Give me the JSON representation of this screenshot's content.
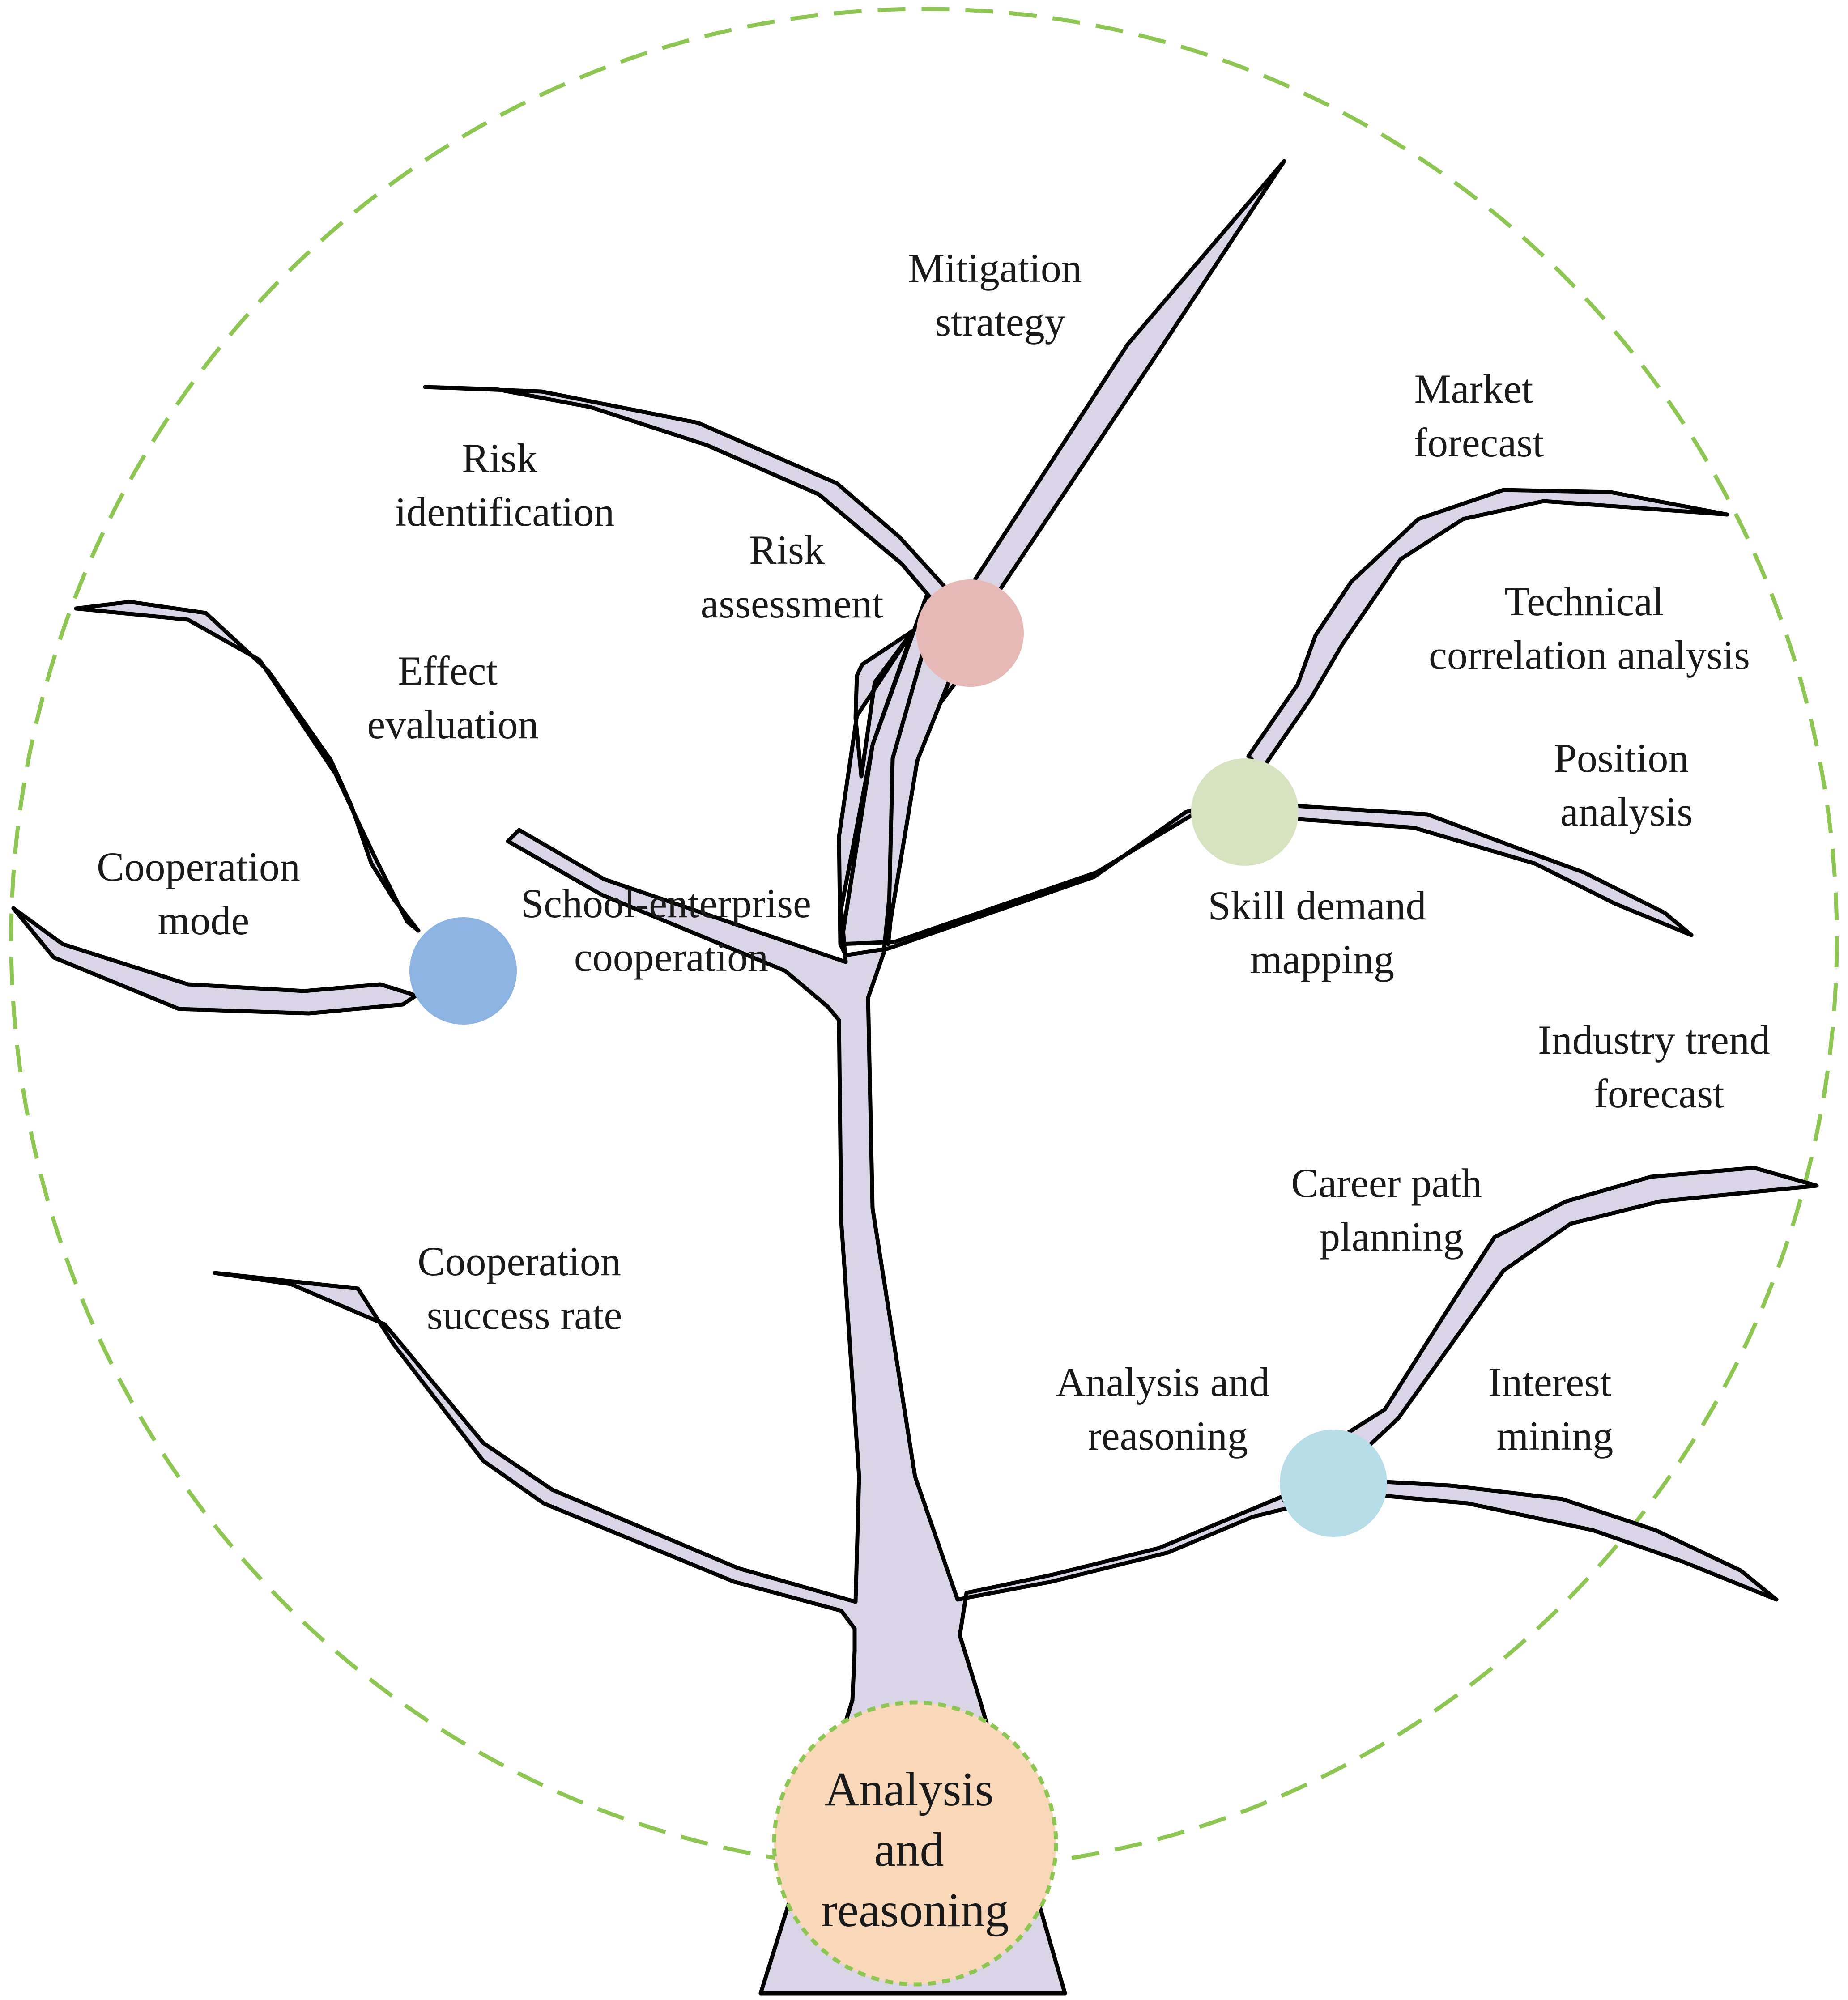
{
  "colors": {
    "trunk_fill": "#dad5e6",
    "outline": "#000000",
    "boundary": "#8dc652",
    "root_fill": "#f8d8b8",
    "node_risk": "#e6b9b7",
    "node_skill": "#d7e3c0",
    "node_school": "#8db3e2",
    "node_analysis": "#b7dde8"
  },
  "root": {
    "lines": [
      "Analysis",
      "and",
      "reasoning"
    ]
  },
  "nodes": [
    {
      "id": "risk-assessment",
      "lines": [
        "Risk",
        "assessment"
      ],
      "color_key": "node_risk"
    },
    {
      "id": "skill-demand-mapping",
      "lines": [
        "Skill demand",
        "mapping"
      ],
      "color_key": "node_skill"
    },
    {
      "id": "school-enterprise-cooperation",
      "lines": [
        "School-enterprise",
        "cooperation"
      ],
      "color_key": "node_school"
    },
    {
      "id": "analysis-and-reasoning",
      "lines": [
        "Analysis and",
        "reasoning"
      ],
      "color_key": "node_analysis"
    }
  ],
  "leaves": [
    {
      "id": "mitigation-strategy",
      "lines": [
        "Mitigation",
        "strategy"
      ]
    },
    {
      "id": "risk-identification",
      "lines": [
        "Risk",
        "identification"
      ]
    },
    {
      "id": "market-forecast",
      "lines": [
        "Market",
        "forecast"
      ]
    },
    {
      "id": "technical-correlation-analysis",
      "lines": [
        "Technical",
        "correlation analysis"
      ]
    },
    {
      "id": "position-analysis",
      "lines": [
        "Position",
        "analysis"
      ]
    },
    {
      "id": "effect-evaluation",
      "lines": [
        "Effect",
        "evaluation"
      ]
    },
    {
      "id": "cooperation-mode",
      "lines": [
        "Cooperation",
        "mode"
      ]
    },
    {
      "id": "industry-trend-forecast",
      "lines": [
        "Industry trend",
        "forecast"
      ]
    },
    {
      "id": "career-path-planning",
      "lines": [
        "Career path",
        "planning"
      ]
    },
    {
      "id": "cooperation-success-rate",
      "lines": [
        "Cooperation",
        "success rate"
      ]
    },
    {
      "id": "interest-mining",
      "lines": [
        "Interest",
        "mining"
      ]
    }
  ]
}
